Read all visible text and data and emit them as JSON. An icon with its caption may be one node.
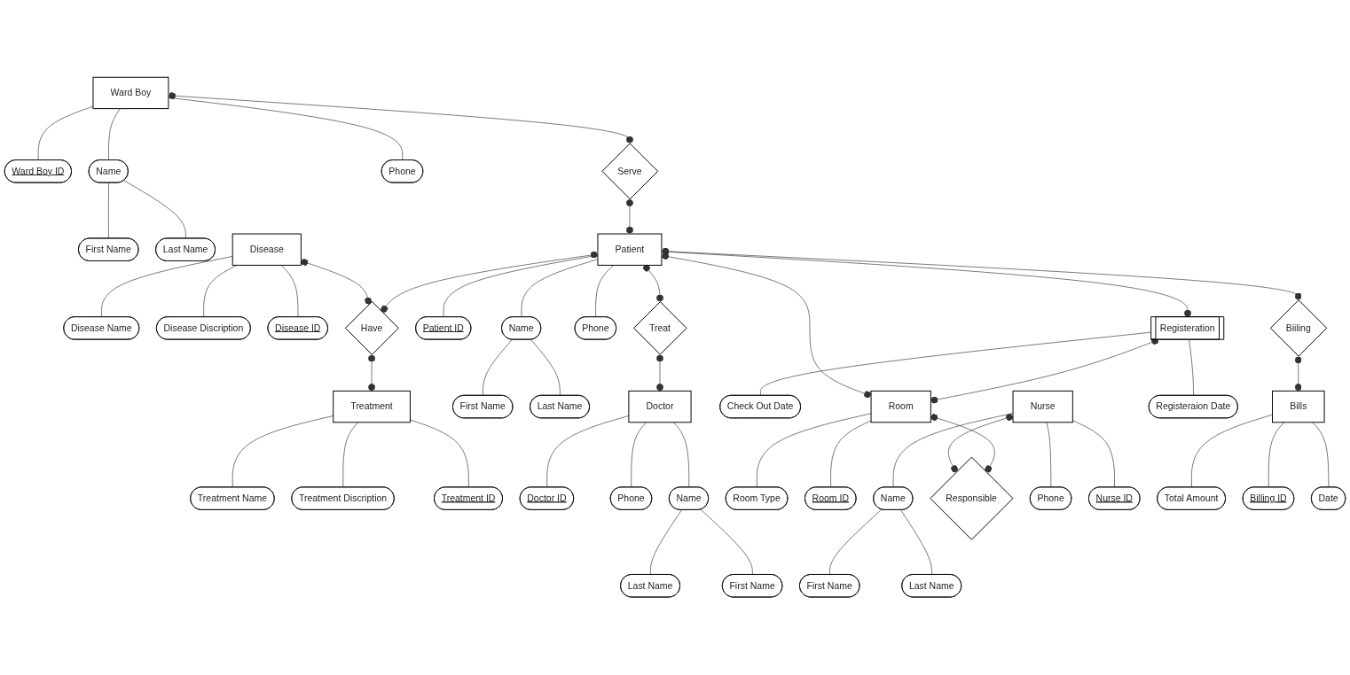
{
  "diagram": {
    "nodes": [
      {
        "text": [
          "Ward Boy ID"
        ]
      },
      {
        "text": [
          "First Name"
        ]
      },
      {
        "text": [
          "Name"
        ]
      },
      {
        "text": [
          "Ward Boy"
        ]
      },
      {
        "text": [
          "Last Name"
        ]
      },
      {
        "text": [
          "Phone"
        ]
      },
      {
        "text": [
          "Serve"
        ]
      },
      {
        "text": [
          "Disease Name"
        ]
      },
      {
        "text": [
          "Disease Discription"
        ]
      },
      {
        "text": [
          "Disease"
        ]
      },
      {
        "text": [
          "Disease ID"
        ]
      },
      {
        "text": [
          "Treatment Name"
        ]
      },
      {
        "text": [
          "Treatment"
        ]
      },
      {
        "text": [
          "Treatment Discription"
        ]
      },
      {
        "text": [
          "Treatment ID"
        ]
      },
      {
        "text": [
          "Have"
        ]
      },
      {
        "text": [
          "Patient ID"
        ]
      },
      {
        "text": [
          "First Name"
        ]
      },
      {
        "text": [
          "Name"
        ]
      },
      {
        "text": [
          "Patient"
        ]
      },
      {
        "text": [
          "Last Name"
        ]
      },
      {
        "text": [
          "Phone"
        ]
      },
      {
        "text": [
          "Doctor ID"
        ]
      },
      {
        "text": [
          "Phone"
        ]
      },
      {
        "text": [
          "Treat"
        ]
      },
      {
        "text": [
          "Doctor"
        ]
      },
      {
        "text": [
          "Last Name"
        ]
      },
      {
        "text": [
          "Name"
        ]
      },
      {
        "text": [
          "First Name"
        ]
      },
      {
        "text": [
          "Check Out Date"
        ]
      },
      {
        "text": [
          "Registeration"
        ]
      },
      {
        "text": [
          "Room"
        ]
      },
      {
        "text": [
          "Room Type"
        ]
      },
      {
        "text": [
          "Room ID"
        ]
      },
      {
        "text": [
          "First Name"
        ]
      },
      {
        "text": [
          "Name"
        ]
      },
      {
        "text": [
          "Nurse"
        ]
      },
      {
        "text": [
          "Responsible"
        ]
      },
      {
        "text": [
          "Registeraion Date"
        ]
      },
      {
        "text": [
          "Last Name"
        ]
      },
      {
        "text": [
          "Phone"
        ]
      },
      {
        "text": [
          "Nurse ID"
        ]
      },
      {
        "text": [
          "Biiling"
        ]
      },
      {
        "text": [
          "Bills"
        ]
      },
      {
        "text": [
          "Total Amount"
        ]
      },
      {
        "text": [
          "Billing ID"
        ]
      },
      {
        "text": [
          "Date"
        ]
      }
    ],
    "edges": [
      {
        "from": 3,
        "to": 0,
        "arrow": "none"
      },
      {
        "from": 2,
        "to": 1,
        "arrow": "none"
      },
      {
        "from": 2,
        "to": 4,
        "arrow": "none"
      },
      {
        "from": 3,
        "to": 2,
        "arrow": "none"
      },
      {
        "from": 3,
        "to": 5,
        "arrow": "none"
      },
      {
        "from": 3,
        "to": 6,
        "arrow": "other"
      },
      {
        "from": 6,
        "to": 19,
        "arrow": "other"
      },
      {
        "from": 9,
        "to": 7,
        "arrow": "none"
      },
      {
        "from": 9,
        "to": 8,
        "arrow": "none"
      },
      {
        "from": 9,
        "to": 10,
        "arrow": "none"
      },
      {
        "from": 12,
        "to": 11,
        "arrow": "none"
      },
      {
        "from": 12,
        "to": 13,
        "arrow": "none"
      },
      {
        "from": 12,
        "to": 14,
        "arrow": "none"
      },
      {
        "from": 9,
        "to": 15,
        "arrow": "other"
      },
      {
        "from": 15,
        "to": 12,
        "arrow": "other"
      },
      {
        "from": 19,
        "to": 15,
        "arrow": "other"
      },
      {
        "from": 19,
        "to": 16,
        "arrow": "none"
      },
      {
        "from": 18,
        "to": 17,
        "arrow": "none"
      },
      {
        "from": 18,
        "to": 20,
        "arrow": "none"
      },
      {
        "from": 19,
        "to": 18,
        "arrow": "none"
      },
      {
        "from": 19,
        "to": 21,
        "arrow": "none"
      },
      {
        "from": 19,
        "to": 24,
        "arrow": "other"
      },
      {
        "from": 24,
        "to": 25,
        "arrow": "other"
      },
      {
        "from": 25,
        "to": 22,
        "arrow": "none"
      },
      {
        "from": 25,
        "to": 23,
        "arrow": "none"
      },
      {
        "from": 25,
        "to": 27,
        "arrow": "none"
      },
      {
        "from": 27,
        "to": 26,
        "arrow": "none"
      },
      {
        "from": 27,
        "to": 28,
        "arrow": "none"
      },
      {
        "from": 19,
        "to": 31,
        "arrow": "other"
      },
      {
        "from": 19,
        "to": 30,
        "arrow": "other"
      },
      {
        "from": 30,
        "to": 31,
        "arrow": "other"
      },
      {
        "from": 30,
        "to": 29,
        "arrow": "none"
      },
      {
        "from": 30,
        "to": 38,
        "arrow": "none"
      },
      {
        "from": 31,
        "to": 32,
        "arrow": "none"
      },
      {
        "from": 31,
        "to": 33,
        "arrow": "none"
      },
      {
        "from": 35,
        "to": 34,
        "arrow": "none"
      },
      {
        "from": 35,
        "to": 39,
        "arrow": "none"
      },
      {
        "from": 36,
        "to": 35,
        "arrow": "none"
      },
      {
        "from": 36,
        "to": 40,
        "arrow": "none"
      },
      {
        "from": 36,
        "to": 41,
        "arrow": "none"
      },
      {
        "from": 36,
        "to": 37,
        "arrow": "other"
      },
      {
        "from": 37,
        "to": 31,
        "arrow": "other"
      },
      {
        "from": 19,
        "to": 42,
        "arrow": "other"
      },
      {
        "from": 42,
        "to": 43,
        "arrow": "other"
      },
      {
        "from": 43,
        "to": 44,
        "arrow": "none"
      },
      {
        "from": 43,
        "to": 45,
        "arrow": "none"
      },
      {
        "from": 43,
        "to": 46,
        "arrow": "none"
      }
    ]
  }
}
